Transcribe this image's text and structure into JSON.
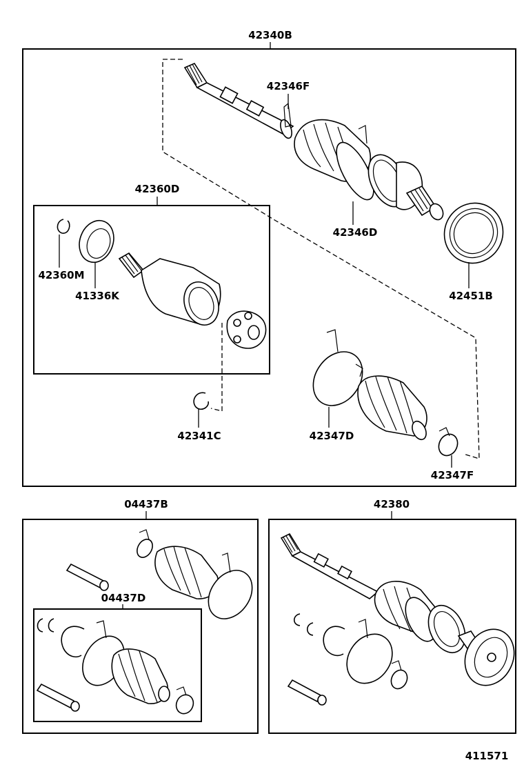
{
  "labels": {
    "assembly": "42340B",
    "seal_band": "42346F",
    "boot_clamp": "42346D",
    "dust_cover": "42451B",
    "inner_joint_kit": "42360D",
    "snap_ring": "42360M",
    "seal": "41336K",
    "hole_snap_ring": "42341C",
    "boot_band_large": "42347D",
    "boot_band_small": "42347F",
    "boot_kit_outer": "04437B",
    "boot_kit_inner": "04437D",
    "shaft_assembly": "42380",
    "diagram_number": "411571"
  }
}
